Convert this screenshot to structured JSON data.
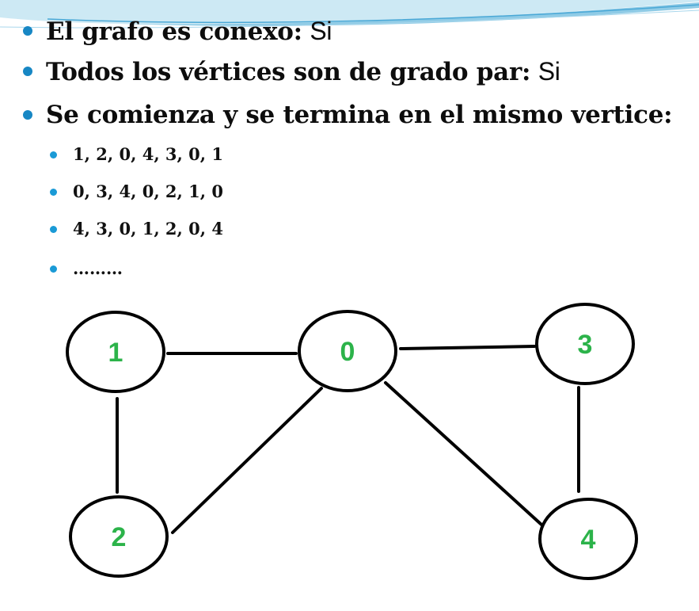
{
  "bullets": [
    {
      "key": "El grafo es conexo:",
      "value": "Si"
    },
    {
      "key": "Todos los vértices son de grado par:",
      "value": "Si"
    },
    {
      "key": "Se comienza y se termina en el mismo vertice:",
      "value": ""
    }
  ],
  "sub_bullets": [
    "1, 2, 0, 4, 3, 0, 1",
    "0, 3, 4, 0, 2, 1, 0",
    "4, 3, 0, 1, 2, 0, 4",
    "………"
  ],
  "graph": {
    "nodes": [
      {
        "id": "1",
        "label": "1"
      },
      {
        "id": "0",
        "label": "0"
      },
      {
        "id": "3",
        "label": "3"
      },
      {
        "id": "2",
        "label": "2"
      },
      {
        "id": "4",
        "label": "4"
      }
    ],
    "edges": [
      [
        "1",
        "0"
      ],
      [
        "0",
        "3"
      ],
      [
        "1",
        "2"
      ],
      [
        "2",
        "0"
      ],
      [
        "0",
        "4"
      ],
      [
        "3",
        "4"
      ]
    ]
  },
  "colors": {
    "bullet": "#1787c4",
    "sub_bullet": "#1a9ad6",
    "node_label": "#2cb34a",
    "edge": "#000000"
  }
}
